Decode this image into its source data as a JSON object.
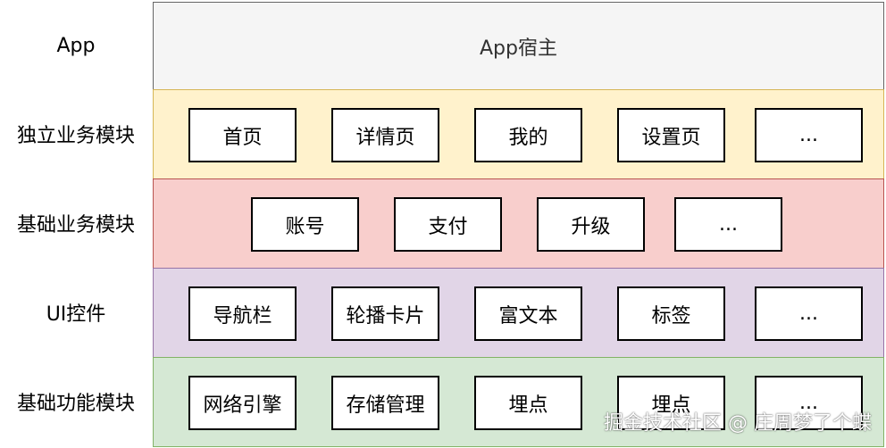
{
  "rows": [
    {
      "label": "App",
      "title": "App宿主",
      "bg": "#f5f5f5",
      "border": "#666666",
      "boxes": []
    },
    {
      "label": "独立业务模块",
      "bg": "#fff2cc",
      "border": "#d6b656",
      "boxes": [
        "首页",
        "详情页",
        "我的",
        "设置页",
        "..."
      ]
    },
    {
      "label": "基础业务模块",
      "bg": "#f8cecc",
      "border": "#b85450",
      "boxes": [
        "账号",
        "支付",
        "升级",
        "..."
      ]
    },
    {
      "label": "UI控件",
      "bg": "#e1d5e7",
      "border": "#9673a6",
      "boxes": [
        "导航栏",
        "轮播卡片",
        "富文本",
        "标签",
        "..."
      ]
    },
    {
      "label": "基础功能模块",
      "bg": "#d5e8d4",
      "border": "#82b366",
      "boxes": [
        "网络引擎",
        "存储管理",
        "埋点",
        "埋点",
        "..."
      ]
    }
  ],
  "watermark": "掘金技术社区 @ 庄周梦了个蝶"
}
